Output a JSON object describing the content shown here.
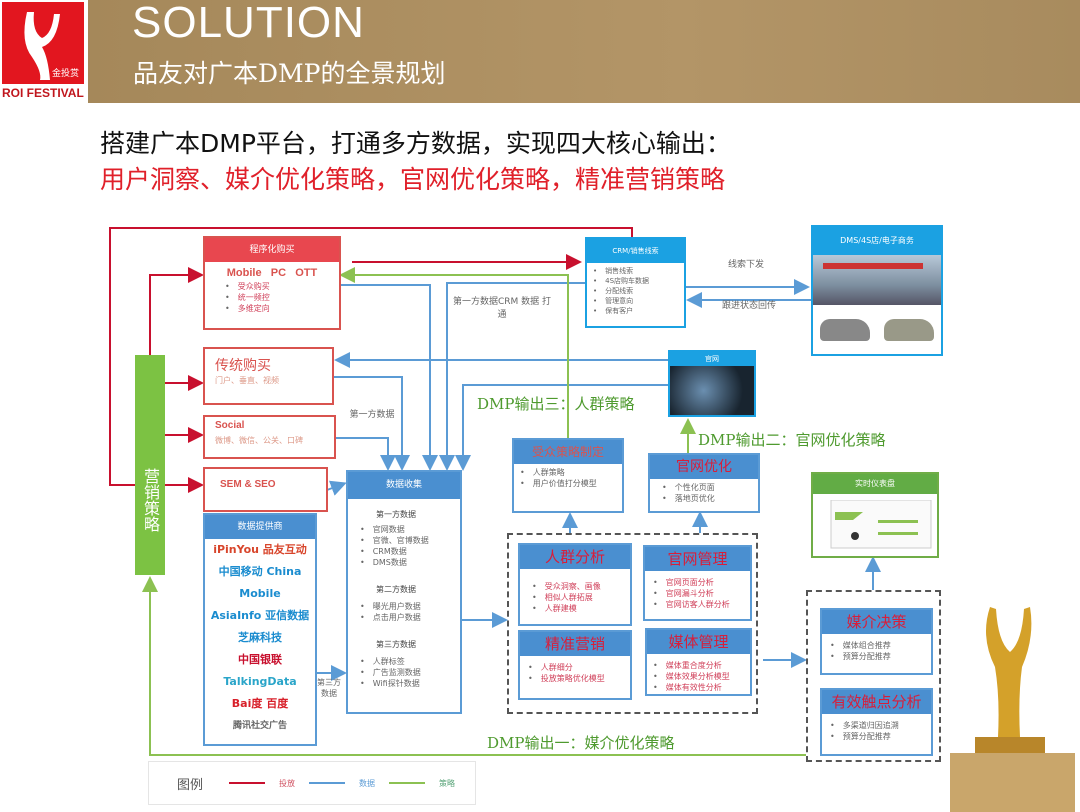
{
  "header": {
    "logo_cn": "金投赏",
    "logo_en": "ROI FESTIVAL",
    "title": "SOLUTION",
    "subtitle": "品友对广本DMP的全景规划"
  },
  "headline": {
    "line1": "搭建广本DMP平台，打通多方数据，实现四大核心输出：",
    "line2": "用户洞察、媒介优化策略，官网优化策略，精准营销策略"
  },
  "marketing": "营销策略",
  "programmatic": {
    "title": "程序化购买",
    "channels": "Mobile   PC   OTT",
    "items": [
      "受众购买",
      "统一频控",
      "多维定向"
    ]
  },
  "traditional": {
    "title": "传统购买",
    "desc": "门户、垂直、视频"
  },
  "social": {
    "title": "Social",
    "desc": "微博、微信、公关、口碑"
  },
  "sem": {
    "title": "SEM & SEO"
  },
  "providers": {
    "title": "数据提供商",
    "logos": [
      "iPinYou 品友互动",
      "中国移动 China Mobile",
      "AsiaInfo 亚信数据",
      "芝麻科技",
      "中国银联",
      "TalkingData",
      "Bai度 百度",
      "腾讯社交广告"
    ]
  },
  "collect": {
    "title": "数据收集",
    "groups": [
      {
        "name": "第一方数据",
        "items": [
          "官网数据",
          "官微、官博数据",
          "CRM数据",
          "DMS数据"
        ]
      },
      {
        "name": "第二方数据",
        "items": [
          "曝光用户数据",
          "点击用户数据"
        ]
      },
      {
        "name": "第三方数据",
        "items": [
          "人群标签",
          "广告监测数据",
          "Wifi探针数据"
        ]
      }
    ]
  },
  "crm": {
    "title": "CRM/销售线索",
    "items": [
      "销售线索",
      "4S店购车数据",
      "分配线索",
      "管理意向",
      "保有客户"
    ]
  },
  "dms": {
    "title": "DMS/4S店/电子商务"
  },
  "website": {
    "title": "官网"
  },
  "audience": {
    "title": "受众策略制定",
    "items": [
      "人群策略",
      "用户价值打分模型"
    ]
  },
  "siteopt": {
    "title": "官网优化",
    "items": [
      "个性化页面",
      "落地页优化"
    ]
  },
  "dashboard": {
    "title": "实时仪表盘"
  },
  "crowd": {
    "title": "人群分析",
    "items": [
      "受众洞察、画像",
      "相似人群拓展",
      "人群建模"
    ]
  },
  "sitemgmt": {
    "title": "官网管理",
    "items": [
      "官网页面分析",
      "官网漏斗分析",
      "官网访客人群分析"
    ]
  },
  "precision": {
    "title": "精准营销",
    "items": [
      "人群细分",
      "投放策略优化模型"
    ]
  },
  "mediamgmt": {
    "title": "媒体管理",
    "items": [
      "媒体重合度分析",
      "媒体效果分析模型",
      "媒体有效性分析"
    ]
  },
  "mediadecision": {
    "title": "媒介决策",
    "items": [
      "媒体组合推荐",
      "预算分配推荐"
    ]
  },
  "touchpoint": {
    "title": "有效触点分析",
    "items": [
      "多渠道归因追溯",
      "预算分配推荐"
    ]
  },
  "labels": {
    "lead_down": "线索下发",
    "status_back": "跟进状态回传",
    "crm_link": "第一方数据CRM 数据 打通",
    "first_party": "第一方数据",
    "third_party": "第三方数据",
    "out3": "DMP输出三：人群策略",
    "out2": "DMP输出二：官网优化策略",
    "out1": "DMP输出一：媒介优化策略"
  },
  "legend": {
    "title": "图例",
    "items": [
      {
        "label": "投放",
        "color": "#c8102e"
      },
      {
        "label": "数据",
        "color": "#5b9bd5"
      },
      {
        "label": "策略",
        "color": "#8cc152"
      }
    ]
  }
}
